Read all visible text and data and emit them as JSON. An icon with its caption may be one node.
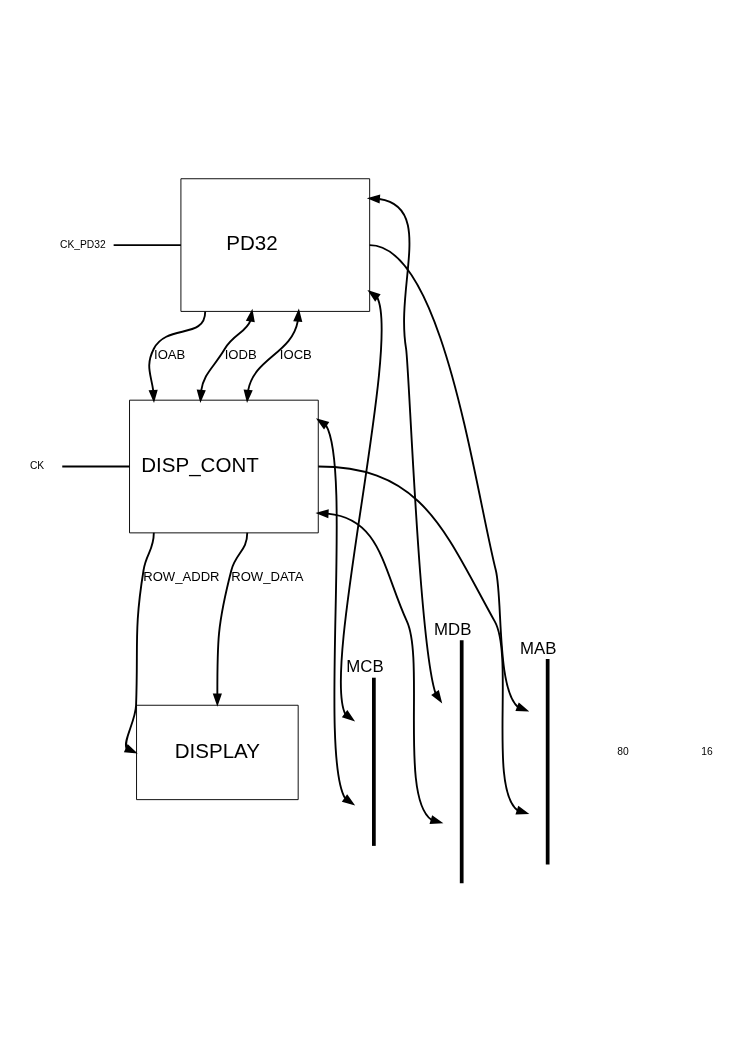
{
  "diagram": {
    "nodes": [
      {
        "text": [
          "PD32"
        ]
      },
      {
        "text": [
          "DISP_CONT"
        ]
      },
      {
        "text": [
          "DISPLAY"
        ]
      },
      {
        "text": [
          "MDB"
        ]
      },
      {
        "text": [
          "MAB"
        ]
      },
      {
        "text": [
          "MCB"
        ]
      },
      {
        "text": [
          "CK_PD32"
        ]
      },
      {
        "text": [
          "CK"
        ]
      }
    ],
    "edges": [
      {
        "from": 0,
        "to": 3,
        "arrow": "both"
      },
      {
        "from": 0,
        "to": 4,
        "arrow": "to"
      },
      {
        "from": 0,
        "to": 5,
        "arrow": "both"
      },
      {
        "from": 0,
        "to": 1,
        "arrow": "to",
        "label": "IOAB"
      },
      {
        "from": 0,
        "to": 1,
        "arrow": "both",
        "label": "IODB"
      },
      {
        "from": 0,
        "to": 1,
        "arrow": "both",
        "label": "IOCB"
      },
      {
        "from": 1,
        "to": 5,
        "arrow": "both"
      },
      {
        "from": 1,
        "to": 4,
        "arrow": "to"
      },
      {
        "from": 1,
        "to": 3,
        "arrow": "both"
      },
      {
        "from": 1,
        "to": 2,
        "arrow": "to",
        "label": "ROW_DATA"
      },
      {
        "from": 1,
        "to": 2,
        "arrow": "to",
        "label": "ROW_ADDR"
      },
      {
        "from": 6,
        "to": 0,
        "arrow": "none"
      },
      {
        "from": 7,
        "to": 1,
        "arrow": "none"
      }
    ],
    "labels": [
      "80",
      "16"
    ]
  }
}
